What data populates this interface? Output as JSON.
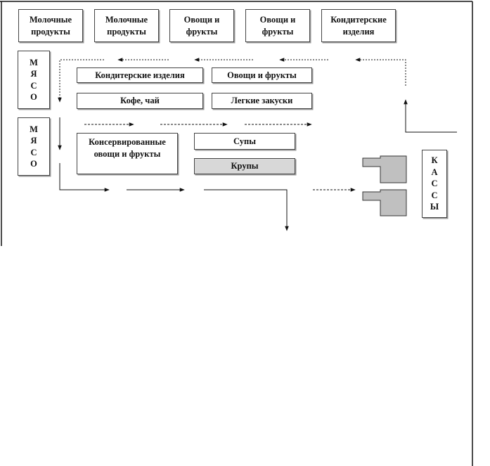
{
  "top_row": [
    {
      "label": "Молочные продукты"
    },
    {
      "label": "Молочные продукты"
    },
    {
      "label": "Овощи и фрукты"
    },
    {
      "label": "Овощи и фрукты"
    },
    {
      "label": "Кондитерские изделия"
    }
  ],
  "meat_sections": [
    {
      "label": "МЯСО"
    },
    {
      "label": "МЯСО"
    }
  ],
  "center_sections": {
    "confectionery": "Кондитерские изделия",
    "vegetables_fruits": "Овощи и фрукты",
    "coffee_tea": "Кофе, чай",
    "snacks": "Легкие закуски",
    "canned": "Консервированные овощи и фрукты",
    "soups": "Супы",
    "cereals": "Крупы"
  },
  "checkout": {
    "label": "КАССЫ"
  }
}
